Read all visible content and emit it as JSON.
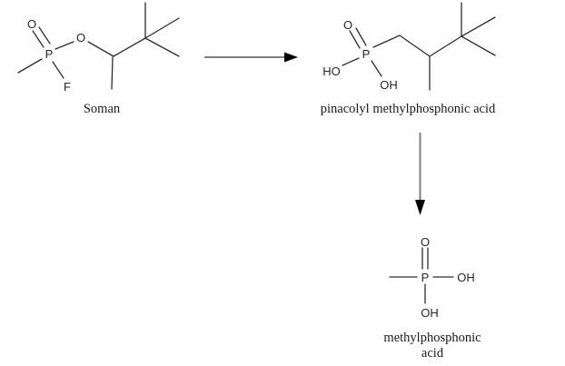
{
  "reaction": {
    "scheme": "degradation pathway",
    "colors": {
      "background": "#ffffff",
      "bond": "#2d2d2d",
      "atom_text": "#262626",
      "label_text": "#1a1a1a",
      "arrow_shaft": "#7f7f7f",
      "arrow_head": "#000000"
    },
    "molecules": [
      {
        "label": "Soman",
        "atoms": {
          "o_double": "O",
          "o_ether": "O",
          "p": "P",
          "f": "F"
        }
      },
      {
        "label": "pinacolyl methylphosphonic acid",
        "atoms": {
          "o_double": "O",
          "p": "P",
          "ho": "HO",
          "oh": "OH"
        }
      },
      {
        "label_line1": "methylphosphonic",
        "label_line2": "acid",
        "atoms": {
          "o_double": "O",
          "p": "P",
          "oh_right": "OH",
          "oh_bottom": "OH"
        }
      }
    ],
    "arrows": [
      {
        "direction": "right"
      },
      {
        "direction": "down"
      }
    ]
  }
}
